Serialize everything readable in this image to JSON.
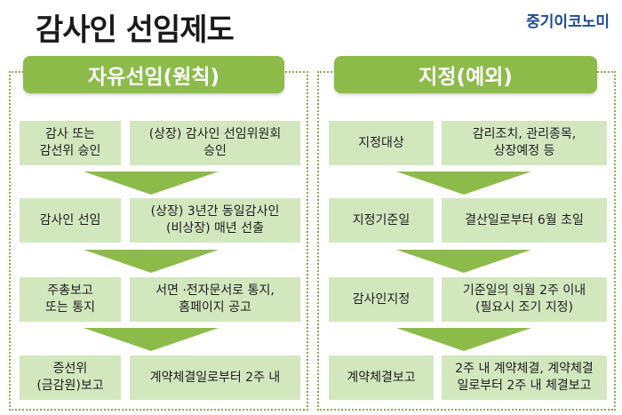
{
  "title": "감사인 선임제도",
  "brand": "중기이코노미",
  "colors": {
    "header_green": "#8cbb4a",
    "box_green": "#d3e7bf",
    "arrow_green": "#8cbb4a",
    "border_dotted": "#8aad4f",
    "brand_blue": "#1f4a96"
  },
  "left": {
    "header": "자유선임(원칙)",
    "rows": [
      {
        "label": "감사 또는\n감선위 승인",
        "detail": "(상장) 감사인 선임위원회\n승인"
      },
      {
        "label": "감사인 선임",
        "detail": "(상장) 3년간 동일감사인\n(비상장) 매년 선출"
      },
      {
        "label": "주총보고\n또는 통지",
        "detail": "서면 ·전자문서로 통지,\n홈페이지 공고"
      },
      {
        "label": "증선위\n(금감원)보고",
        "detail": "계약체결일로부터 2주 내"
      }
    ]
  },
  "right": {
    "header": "지정(예외)",
    "rows": [
      {
        "label": "지정대상",
        "detail": "감리조치, 관리종목,\n상장예정 등"
      },
      {
        "label": "지정기준일",
        "detail": "결산일로부터 6월 초일"
      },
      {
        "label": "감사인지정",
        "detail": "기준일의 익월 2주 이내\n(필요시 조기 지정)"
      },
      {
        "label": "계약체결보고",
        "detail": "2주 내 계약체결, 계약체결\n일로부터 2주 내 체결보고"
      }
    ]
  }
}
